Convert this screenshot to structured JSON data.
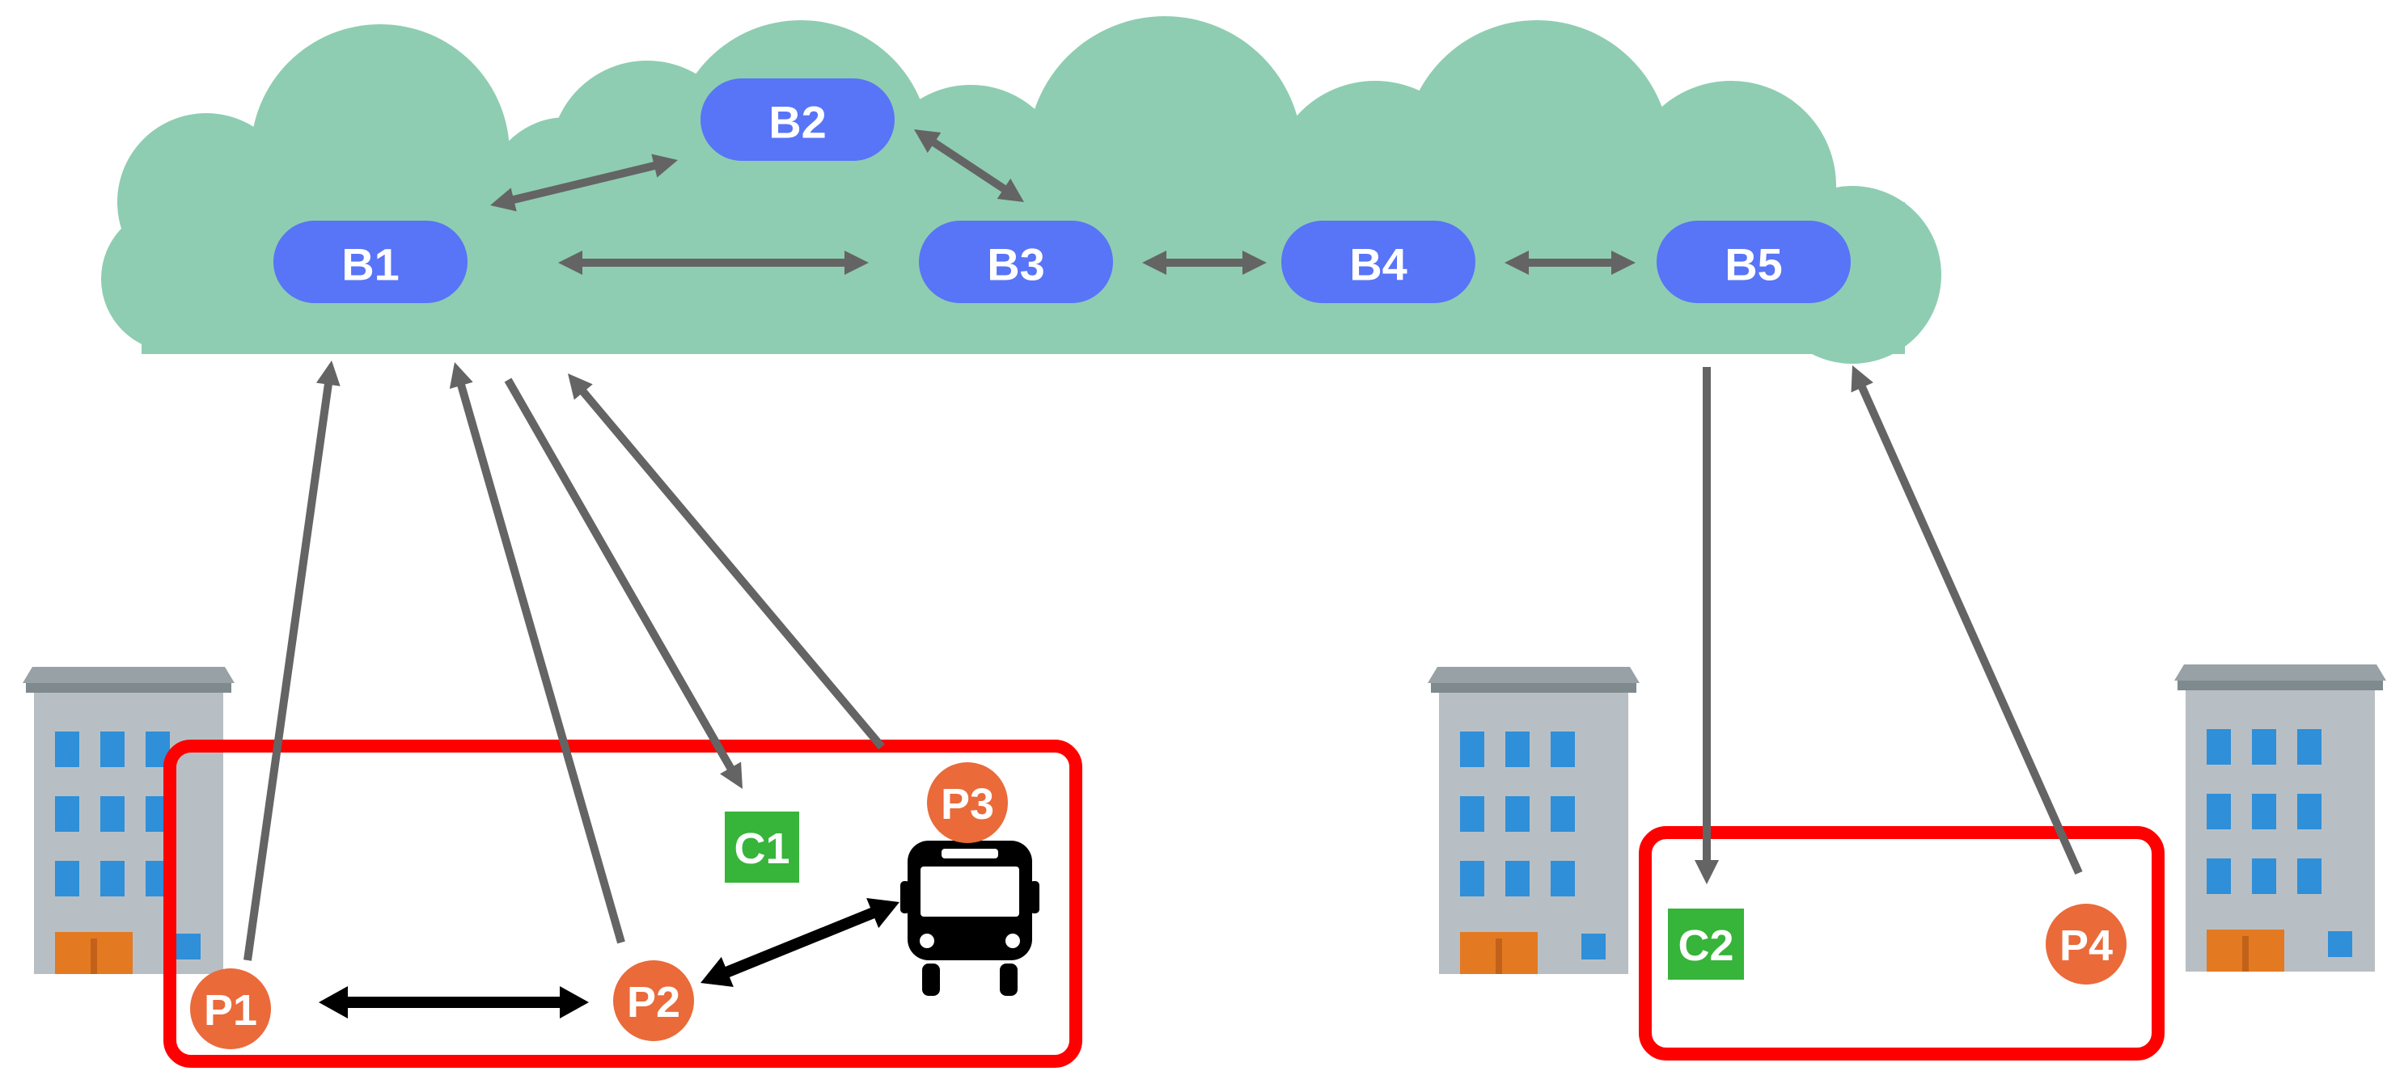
{
  "colors": {
    "cloud": "#8ecdb2",
    "node": "#5874f7",
    "node_text": "#ffffff",
    "peer": "#ea6a3a",
    "client": "#37b43a",
    "zone_border": "#ff0000",
    "gray_arrow": "#646464",
    "black_arrow": "#000000",
    "building_wall": "#b8bfc4",
    "building_roof": "#98a2a6",
    "building_window": "#2f8fd8",
    "building_door": "#e37a22"
  },
  "icons": {
    "cloud": "cloud-shape",
    "building": "office-building-icon",
    "bus": "bus-icon"
  },
  "nodes": [
    {
      "id": "b1",
      "label": "B1"
    },
    {
      "id": "b2",
      "label": "B2"
    },
    {
      "id": "b3",
      "label": "B3"
    },
    {
      "id": "b4",
      "label": "B4"
    },
    {
      "id": "b5",
      "label": "B5"
    }
  ],
  "peers": [
    {
      "id": "p1",
      "label": "P1"
    },
    {
      "id": "p2",
      "label": "P2"
    },
    {
      "id": "p3",
      "label": "P3"
    },
    {
      "id": "p4",
      "label": "P4"
    }
  ],
  "clients": [
    {
      "id": "c1",
      "label": "C1"
    },
    {
      "id": "c2",
      "label": "C2"
    }
  ],
  "connections": [
    {
      "from": "B1",
      "to": "B2",
      "style": "gray",
      "direction": "both"
    },
    {
      "from": "B1",
      "to": "B3",
      "style": "gray",
      "direction": "both"
    },
    {
      "from": "B2",
      "to": "B3",
      "style": "gray",
      "direction": "both"
    },
    {
      "from": "B3",
      "to": "B4",
      "style": "gray",
      "direction": "both"
    },
    {
      "from": "B4",
      "to": "B5",
      "style": "gray",
      "direction": "both"
    },
    {
      "from": "P1",
      "to": "B1",
      "style": "gray",
      "direction": "forward"
    },
    {
      "from": "P2",
      "to": "B1",
      "style": "gray",
      "direction": "forward"
    },
    {
      "from": "B1",
      "to": "C1",
      "style": "gray",
      "direction": "forward"
    },
    {
      "from": "P3",
      "to": "B1",
      "style": "gray",
      "direction": "forward"
    },
    {
      "from": "B5",
      "to": "C2",
      "style": "gray",
      "direction": "forward"
    },
    {
      "from": "P4",
      "to": "B5",
      "style": "gray",
      "direction": "forward"
    },
    {
      "from": "P1",
      "to": "P2",
      "style": "black",
      "direction": "both"
    },
    {
      "from": "P2",
      "to": "P3",
      "style": "black",
      "direction": "both"
    }
  ]
}
